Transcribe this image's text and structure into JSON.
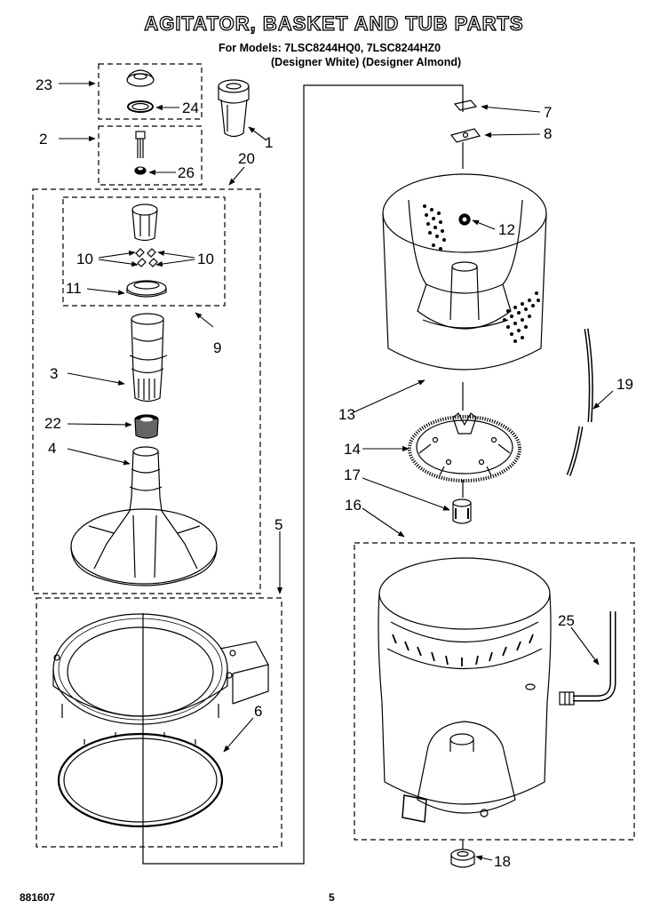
{
  "title": "AGITATOR, BASKET AND TUB PARTS",
  "models_line": "For Models: 7LSC8244HQ0, 7LSC8244HZ0",
  "colors_line": "(Designer White) (Designer Almond)",
  "footer": {
    "doc_number": "881607",
    "page_number": "5"
  },
  "callouts": {
    "c1": "1",
    "c2": "2",
    "c3": "3",
    "c4": "4",
    "c5": "5",
    "c6": "6",
    "c7": "7",
    "c8": "8",
    "c9": "9",
    "c10a": "10",
    "c10b": "10",
    "c11": "11",
    "c12": "12",
    "c13": "13",
    "c14": "14",
    "c16": "16",
    "c17": "17",
    "c18": "18",
    "c19": "19",
    "c20": "20",
    "c22": "22",
    "c23": "23",
    "c24": "24",
    "c25": "25",
    "c26": "26"
  }
}
